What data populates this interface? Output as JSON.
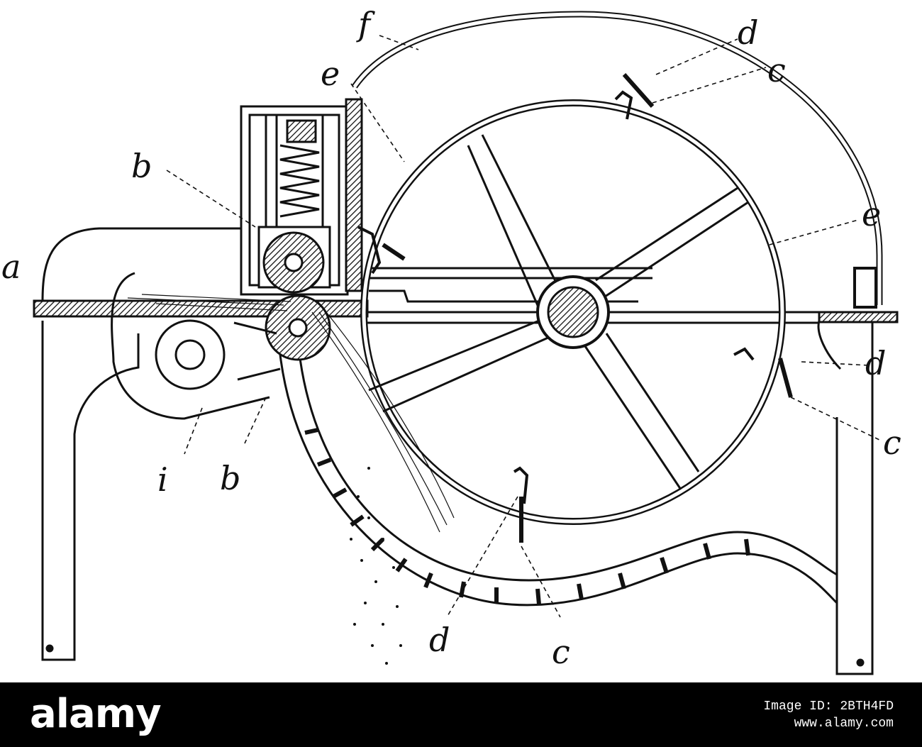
{
  "diagram": {
    "labels": [
      {
        "id": "a",
        "text": "a"
      },
      {
        "id": "b1",
        "text": "b"
      },
      {
        "id": "b2",
        "text": "b"
      },
      {
        "id": "c1",
        "text": "c"
      },
      {
        "id": "c2",
        "text": "c"
      },
      {
        "id": "c3",
        "text": "c"
      },
      {
        "id": "d1",
        "text": "d"
      },
      {
        "id": "d2",
        "text": "d"
      },
      {
        "id": "d3",
        "text": "d"
      },
      {
        "id": "e1",
        "text": "e"
      },
      {
        "id": "e2",
        "text": "e"
      },
      {
        "id": "f",
        "text": "f"
      },
      {
        "id": "i",
        "text": "i"
      }
    ]
  },
  "footer": {
    "watermark": "alamy",
    "image_id_label": "Image ID: 2BTH4FD",
    "url": "www.alamy.com"
  }
}
